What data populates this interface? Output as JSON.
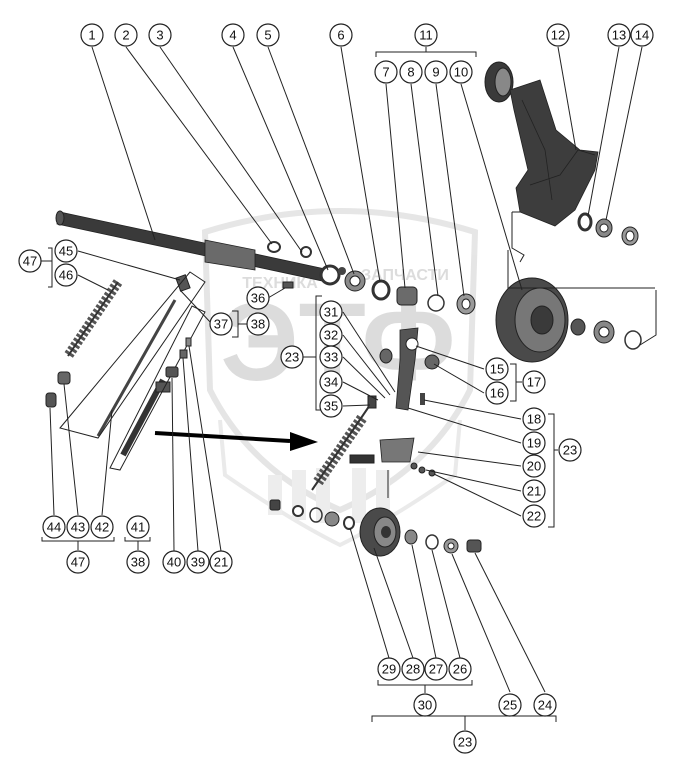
{
  "watermark": {
    "brand_letters": "ЭТФ",
    "caption_left": "ТЕХНИКА",
    "caption_right": "ЗАПЧАСТИ"
  },
  "callouts": {
    "c1": "1",
    "c2": "2",
    "c3": "3",
    "c4": "4",
    "c5": "5",
    "c6": "6",
    "c7": "7",
    "c8": "8",
    "c9": "9",
    "c10": "10",
    "c11": "11",
    "c12": "12",
    "c13": "13",
    "c14": "14",
    "c15": "15",
    "c16": "16",
    "c17": "17",
    "c18": "18",
    "c19": "19",
    "c20": "20",
    "c21a": "21",
    "c21b": "21",
    "c22": "22",
    "c23a": "23",
    "c23b": "23",
    "c23c": "23",
    "c24": "24",
    "c25": "25",
    "c26": "26",
    "c27": "27",
    "c28": "28",
    "c29": "29",
    "c30": "30",
    "c31": "31",
    "c32": "32",
    "c33": "33",
    "c34": "34",
    "c35": "35",
    "c36": "36",
    "c37": "37",
    "c38a": "38",
    "c38b": "38",
    "c39": "39",
    "c40": "40",
    "c41": "41",
    "c42": "42",
    "c43": "43",
    "c44": "44",
    "c45": "45",
    "c46": "46",
    "c47a": "47",
    "c47b": "47"
  },
  "colors": {
    "part_dark": "#2f2f2f",
    "part_mid": "#6b6b6b",
    "part_light": "#a9a9a9",
    "watermark": "#e3e3e3"
  }
}
